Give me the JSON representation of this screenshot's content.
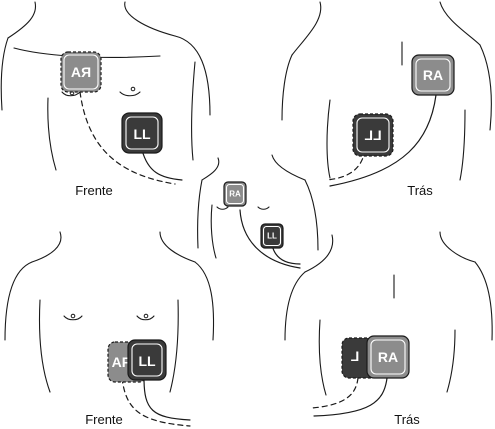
{
  "captions": {
    "front_top": "Frente",
    "back_top": "Trás",
    "front_bottom": "Frente",
    "back_bottom": "Trás"
  },
  "pads": {
    "ra": "RA",
    "ll": "LL",
    "ra_mirrored": "RA",
    "ll_back": "LL",
    "ra_partial": "AF",
    "ll_partial": "L"
  },
  "colors": {
    "ra_pad": "#8c8c8c",
    "ll_pad": "#3a3a3a",
    "outline": "#1a1a1a"
  }
}
